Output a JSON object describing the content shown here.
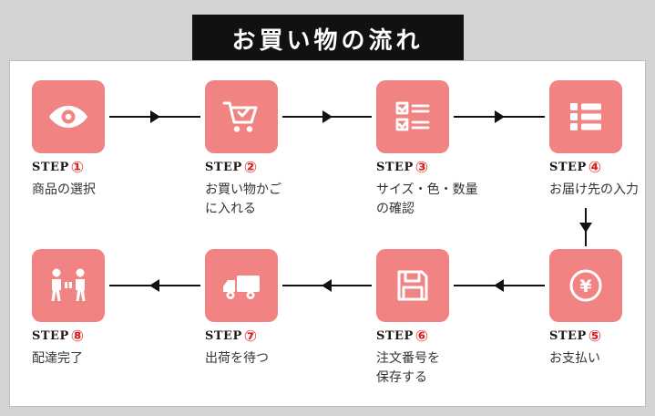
{
  "header": {
    "title": "お買い物の流れ"
  },
  "step_word": "STEP",
  "steps": [
    {
      "num": "①",
      "desc": "商品の選択",
      "icon": "eye-icon"
    },
    {
      "num": "②",
      "desc": "お買い物かご\nに入れる",
      "icon": "cart-icon"
    },
    {
      "num": "③",
      "desc": "サイズ・色・数量\nの確認",
      "icon": "checklist-icon"
    },
    {
      "num": "④",
      "desc": "お届け先の入力",
      "icon": "list-icon"
    },
    {
      "num": "⑤",
      "desc": "お支払い",
      "icon": "yen-icon"
    },
    {
      "num": "⑥",
      "desc": "注文番号を\n保存する",
      "icon": "save-icon"
    },
    {
      "num": "⑦",
      "desc": "出荷を待つ",
      "icon": "truck-icon"
    },
    {
      "num": "⑧",
      "desc": "配達完了",
      "icon": "handover-icon"
    }
  ],
  "colors": {
    "tile": "#f28383",
    "accent_red": "#dd2222",
    "header_bg": "#111111",
    "band_gray": "#d3d3d3"
  }
}
